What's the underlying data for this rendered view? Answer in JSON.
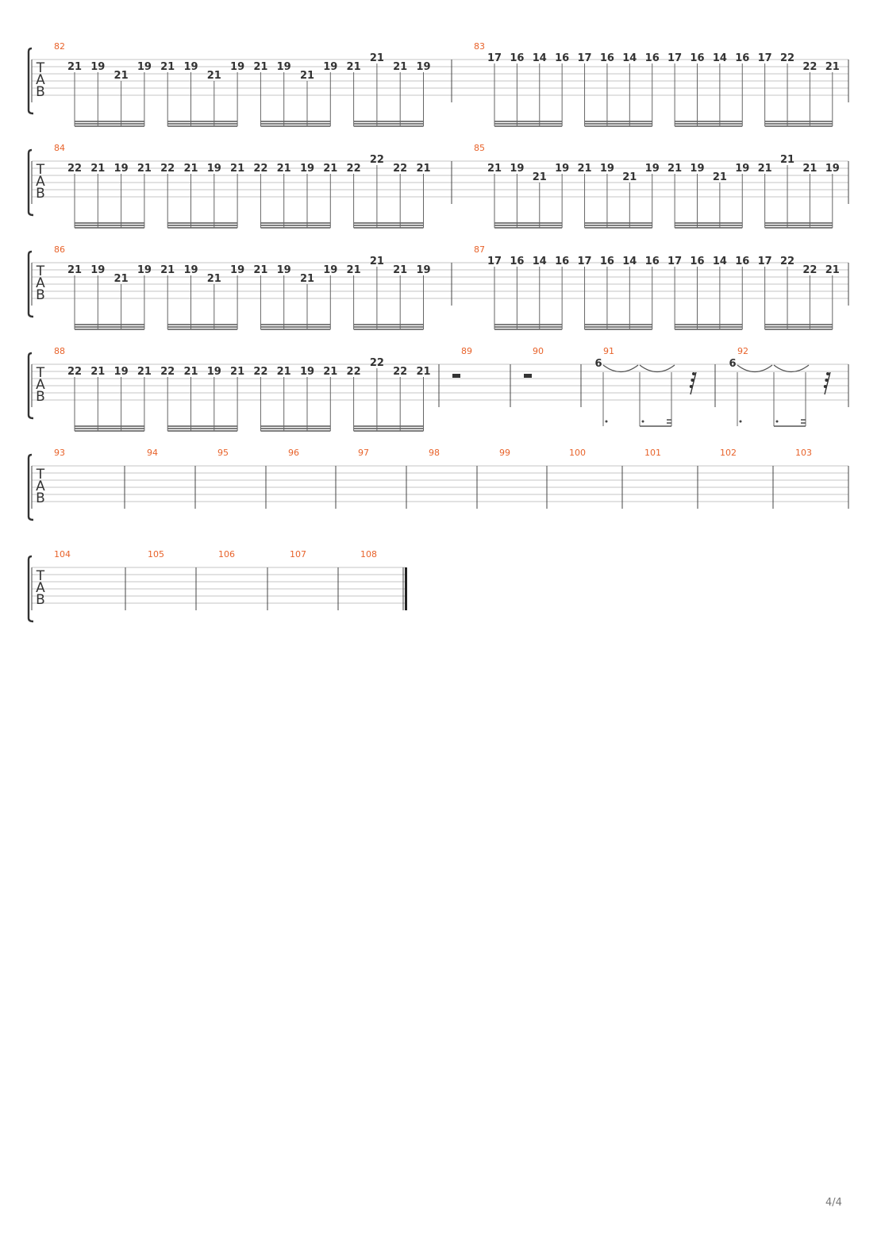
{
  "tab_letters": [
    "T",
    "A",
    "B"
  ],
  "page_number": "4/4",
  "riffs": {
    "A": {
      "frets": [
        "21",
        "19",
        "21",
        "19",
        "21",
        "19",
        "21",
        "19",
        "21",
        "19",
        "21",
        "19",
        "21",
        "21",
        "21",
        "19"
      ],
      "strings": [
        0,
        0,
        1,
        0,
        0,
        0,
        1,
        0,
        0,
        0,
        1,
        0,
        0,
        -1,
        0,
        0
      ]
    },
    "B": {
      "frets": [
        "17",
        "16",
        "14",
        "16",
        "17",
        "16",
        "14",
        "16",
        "17",
        "16",
        "14",
        "16",
        "17",
        "22",
        "22",
        "21"
      ],
      "strings": [
        -1,
        -1,
        -1,
        -1,
        -1,
        -1,
        -1,
        -1,
        -1,
        -1,
        -1,
        -1,
        -1,
        -1,
        0,
        0
      ]
    },
    "C": {
      "frets": [
        "22",
        "21",
        "19",
        "21",
        "22",
        "21",
        "19",
        "21",
        "22",
        "21",
        "19",
        "21",
        "22",
        "22",
        "22",
        "21"
      ],
      "strings": [
        0,
        0,
        0,
        0,
        0,
        0,
        0,
        0,
        0,
        0,
        0,
        0,
        0,
        -1,
        0,
        0
      ]
    }
  },
  "systems": [
    {
      "measures": [
        {
          "number": "82",
          "riff": "A"
        },
        {
          "number": "83",
          "riff": "B"
        }
      ]
    },
    {
      "measures": [
        {
          "number": "84",
          "riff": "C"
        },
        {
          "number": "85",
          "riff": "A"
        }
      ]
    },
    {
      "measures": [
        {
          "number": "86",
          "riff": "A"
        },
        {
          "number": "87",
          "riff": "B"
        }
      ]
    },
    {
      "measures": [
        {
          "number": "88",
          "riff": "C"
        },
        {
          "number": "89",
          "rest": true
        },
        {
          "number": "90",
          "rest": true
        },
        {
          "number": "91",
          "tied_fret": "6"
        },
        {
          "number": "92",
          "tied_fret": "6"
        }
      ]
    },
    {
      "measures": [
        {
          "number": "93"
        },
        {
          "number": "94"
        },
        {
          "number": "95"
        },
        {
          "number": "96"
        },
        {
          "number": "97"
        },
        {
          "number": "98"
        },
        {
          "number": "99"
        },
        {
          "number": "100"
        },
        {
          "number": "101"
        },
        {
          "number": "102"
        },
        {
          "number": "103"
        }
      ]
    },
    {
      "measures": [
        {
          "number": "104"
        },
        {
          "number": "105"
        },
        {
          "number": "106"
        },
        {
          "number": "107"
        },
        {
          "number": "108"
        }
      ],
      "final": true
    }
  ]
}
